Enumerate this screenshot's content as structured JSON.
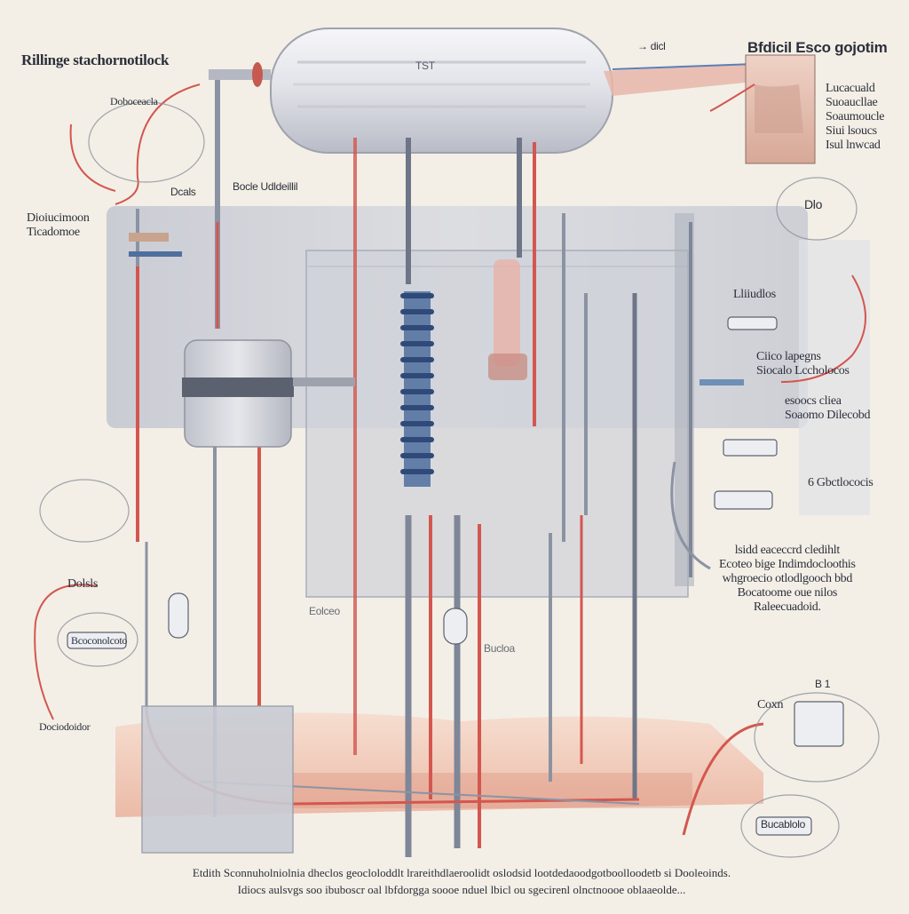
{
  "labels": {
    "top_left": "Rillinge  stachornotilock",
    "top_right_title": "Bfdicil Esco  gojotim",
    "top_right_block": [
      "Lucacuald",
      "Suoaucllae",
      "Soaumoucle",
      "Siui lsoucs",
      "Isul lnwcad"
    ],
    "top_arrow": "→ dicl",
    "left_sub_box": "Doboceacla",
    "left_mid": [
      "Dioiucimoon",
      "Ticadomoe"
    ],
    "tank_label": "TST",
    "pipe_small_label": "Bocle Udldeillil",
    "left_boxes_small": "Dcals",
    "right_box_label": "Dlo",
    "right_mid_small": "Lliiudlos",
    "right_block_a": [
      "Ciico  lapegns",
      "Siocalo  Lccholocos"
    ],
    "right_block_b": [
      "esoocs  cliea",
      "Soaomo  Dilecobd"
    ],
    "right_label_c": "6  Gbctlococis",
    "right_block_d": [
      "lsidd eaceccrd  cledihlt",
      "Ecoteo  bige  Indimdocloothis",
      "whgroecio  otlodlgooch bbd",
      "Bocatoome  oue  nilos",
      "Raleecuadoid."
    ],
    "left_label_e": "Dolsls",
    "left_label_f": "Bcoconolcoto",
    "left_label_g": "Dociodoidor",
    "right_label_h": "Coxn",
    "right_label_i": "B 1",
    "right_box_bottom": "Bucablolo",
    "center_small_a": "Eolceo",
    "center_small_b": "Bucloa",
    "caption_line1": "Etdith Sconnuholniolnia  dheclos  geocloloddlt lrareithdlaeroolidt  oslodsid  lootdedaoodgotboolloodetb si Dooleoinds.",
    "caption_line2": "Idiocs  aulsvgs  soo ibuboscr  oal lbfdorgga  soooe  nduel  lbicl  ou  sgecirenl  olnctnoooe  oblaaeolde..."
  },
  "colors": {
    "red_pipe": "#d3574f",
    "grey_pipe": "#8b93a3",
    "panel": "#c9ccd6",
    "tank_body": "#e6e7ec",
    "heat_floor": "#f2c7b4",
    "text": "#2c2f3a",
    "blue_coil": "#4f6f9e"
  }
}
